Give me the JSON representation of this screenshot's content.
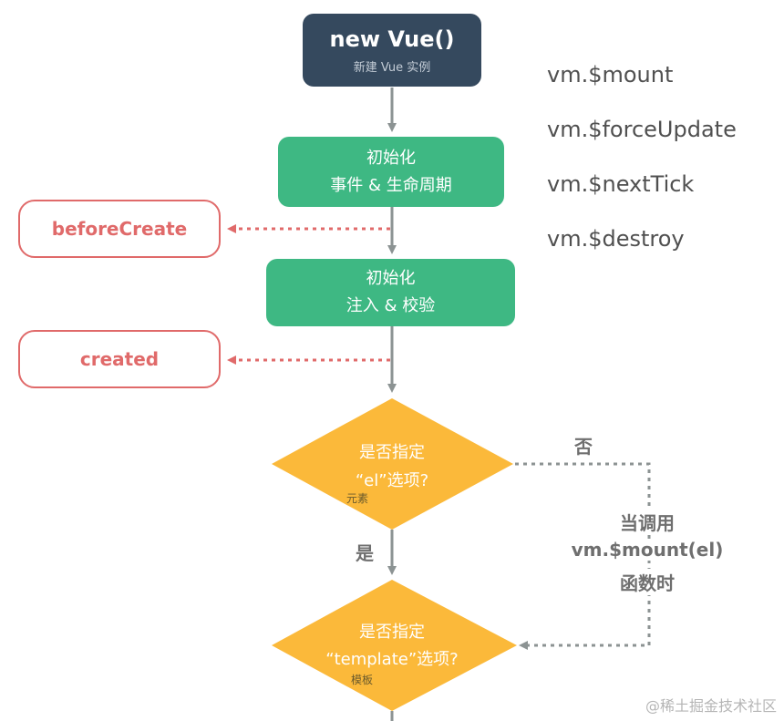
{
  "start": {
    "title": "new Vue()",
    "subtitle": "新建 Vue 实例"
  },
  "steps": [
    {
      "line1": "初始化",
      "line2": "事件 & 生命周期"
    },
    {
      "line1": "初始化",
      "line2": "注入 & 校验"
    }
  ],
  "hooks": [
    "beforeCreate",
    "created"
  ],
  "api": [
    "vm.$mount",
    "vm.$forceUpdate",
    "vm.$nextTick",
    "vm.$destroy"
  ],
  "decision1": {
    "line1": "是否指定",
    "line2": "“el”选项?",
    "note": "元素"
  },
  "decision2": {
    "line1": "是否指定",
    "line2": "“template”选项?",
    "note": "模板"
  },
  "labels": {
    "yes": "是",
    "no": "否",
    "mount_note": [
      "当调用",
      "vm.$mount(el)",
      "函数时"
    ]
  },
  "watermark": "@稀土掘金技术社区",
  "colors": {
    "dark": "#35495e",
    "green": "#3eb883",
    "hook": "#e06a6a",
    "decision": "#fbb93a",
    "connector": "#8c9393"
  }
}
